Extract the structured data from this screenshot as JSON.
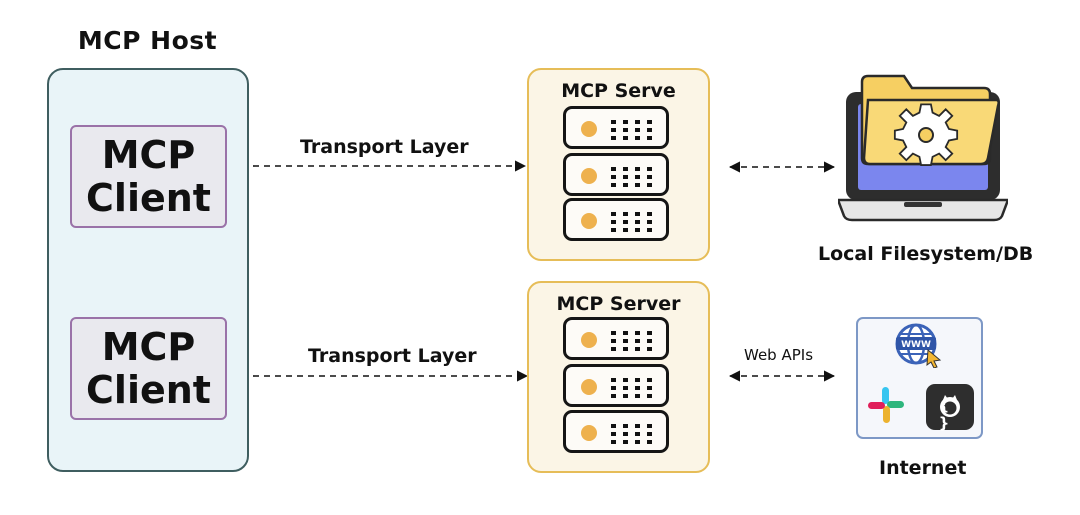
{
  "host": {
    "title": "MCP Host"
  },
  "clients": [
    {
      "line1": "MCP",
      "line2": "Client"
    },
    {
      "line1": "MCP",
      "line2": "Client"
    }
  ],
  "servers": [
    {
      "title": "MCP Serve"
    },
    {
      "title": "MCP Server"
    }
  ],
  "connections": {
    "transport_top": "Transport Layer",
    "transport_bottom": "Transport Layer",
    "web_apis": "Web APIs"
  },
  "resources": {
    "local": "Local Filesystem/DB",
    "internet": "Internet",
    "www_badge": "WWW",
    "github_badge": "{ }"
  },
  "colors": {
    "host_fill": "#e9f4f8",
    "client_border": "#9a72a8",
    "server_fill": "#fbf5e6",
    "server_border": "#e6bd58",
    "led": "#eeb14e",
    "screen": "#7b86ee",
    "folder": "#f6cf62"
  }
}
